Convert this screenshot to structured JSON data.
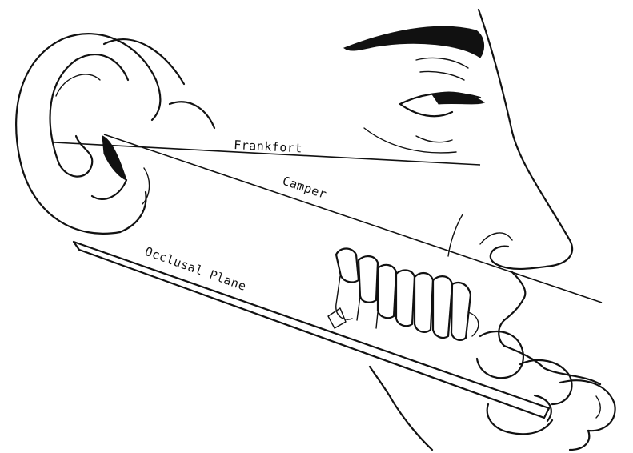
{
  "labels": {
    "frankfort": "Frankfort",
    "camper": "Camper",
    "occlusal_plane": "Occlusal Plane"
  }
}
